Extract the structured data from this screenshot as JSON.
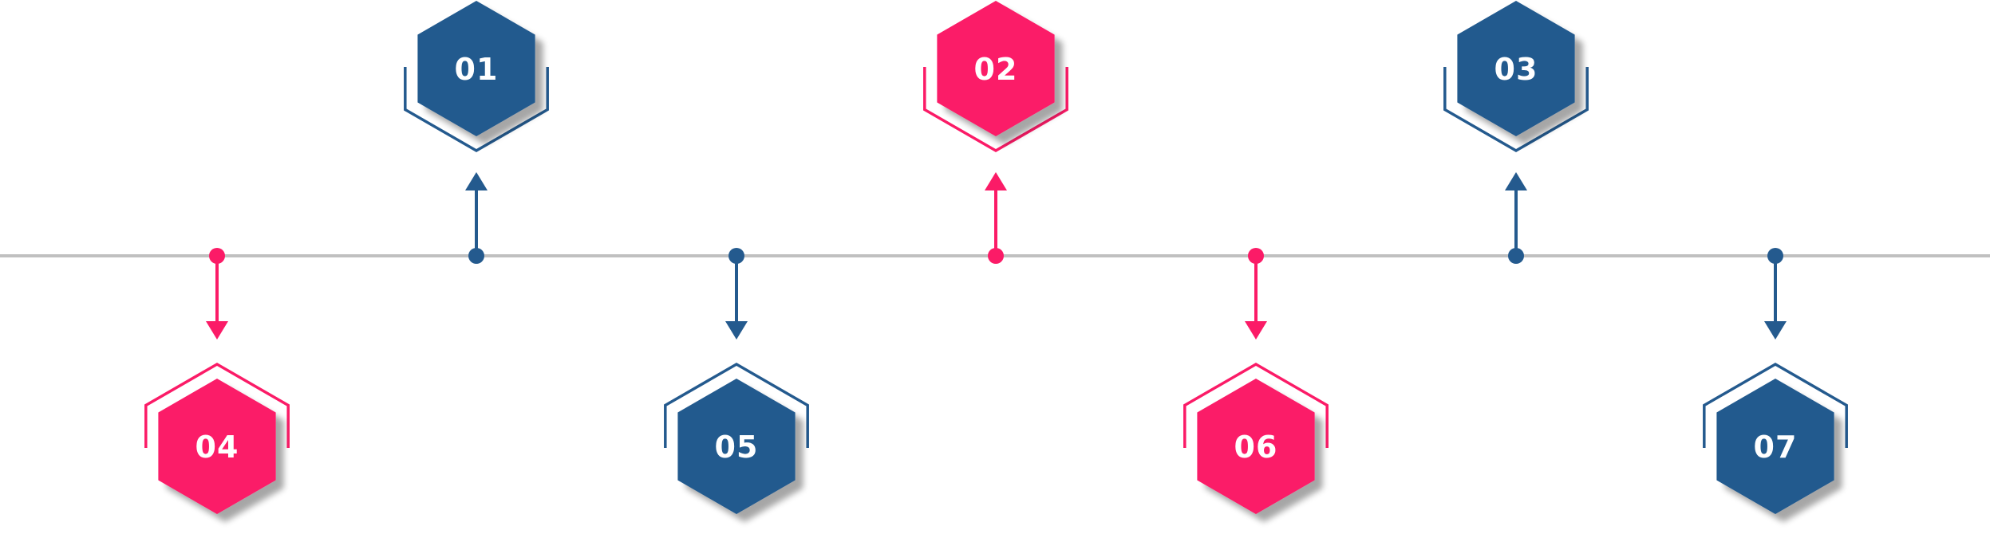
{
  "colors": {
    "blue": "#245a8e",
    "pink": "#fb1b67",
    "line": "#c0c0c0",
    "shadow": "#b8b8b8",
    "text": "#ffffff"
  },
  "steps": [
    {
      "label": "01",
      "direction": "up",
      "color": "blue"
    },
    {
      "label": "02",
      "direction": "up",
      "color": "pink"
    },
    {
      "label": "03",
      "direction": "up",
      "color": "blue"
    },
    {
      "label": "04",
      "direction": "down",
      "color": "pink"
    },
    {
      "label": "05",
      "direction": "down",
      "color": "blue"
    },
    {
      "label": "06",
      "direction": "down",
      "color": "pink"
    },
    {
      "label": "07",
      "direction": "down",
      "color": "blue"
    }
  ]
}
